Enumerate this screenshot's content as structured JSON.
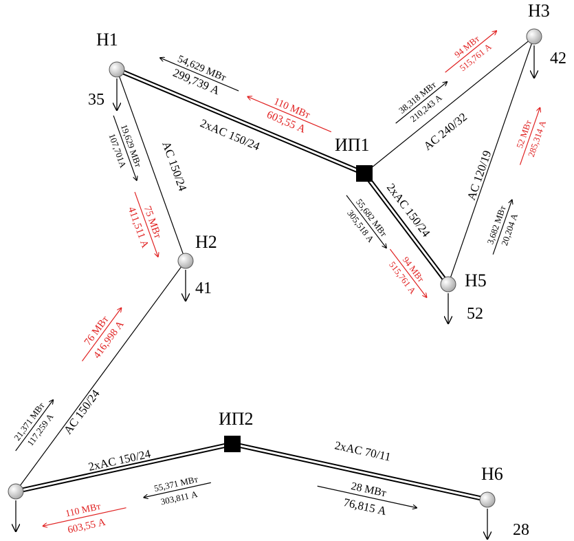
{
  "colors": {
    "line": "#000000",
    "red_flow": "#e02020",
    "node_fill": "#d9d9d9"
  },
  "nodes": {
    "n1": {
      "label": "Н1",
      "load": "35"
    },
    "n2": {
      "label": "Н2",
      "load": "41"
    },
    "n3": {
      "label": "Н3",
      "load": "42"
    },
    "n5": {
      "label": "Н5",
      "load": "52"
    },
    "n6": {
      "label": "Н6",
      "load": "28"
    },
    "ip1": {
      "label": "ИП1"
    },
    "ip2": {
      "label": "ИП2"
    }
  },
  "lines": {
    "n1_ip1": "2xAC 150/24",
    "n1_n2": "AC 150/24",
    "ip1_n3": "AC 240/32",
    "n3_n5": "AC 120/19",
    "ip1_n5": "2xAC 150/24",
    "n2_n4": "AC 150/24",
    "n4_ip2": "2xAC 150/24",
    "ip2_n6": "2xAC 70/11"
  },
  "flows": {
    "n1_ip1_blk_p": "54,629 МВт",
    "n1_ip1_blk_i": "299,739 А",
    "n1_ip1_red_p": "110 МВт",
    "n1_ip1_red_i": "603,55 А",
    "n1_n2_blk_p": "19,629 МВт",
    "n1_n2_blk_i": "107,701А",
    "n1_n2_red_p": "75 МВт",
    "n1_n2_red_i": "411,511 А",
    "ip1_n3_blk_p": "38,318 МВт",
    "ip1_n3_blk_i": "210,243 А",
    "ip1_n3_red_p": "94 МВт",
    "ip1_n3_red_i": "515,761 А",
    "n3_n5_red_p": "52 МВт",
    "n3_n5_red_i": "285,314 А",
    "n3_n5_blk_p": "3,682 МВт",
    "n3_n5_blk_i": "20,204 А",
    "ip1_n5_blk_p": "55,682 МВт",
    "ip1_n5_blk_i": "305,518 А",
    "ip1_n5_red_p": "94 МВт",
    "ip1_n5_red_i": "515,761 А",
    "n2_n4_red_p": "76 МВт",
    "n2_n4_red_i": "416,998 А",
    "n2_n4_blk_p": "21,371 МВт",
    "n2_n4_blk_i": "117,259 А",
    "n4_ip2_blk_p": "55,371 МВт",
    "n4_ip2_blk_i": "303,811 А",
    "n4_ip2_red_p": "110 МВт",
    "n4_ip2_red_i": "603,55 А",
    "ip2_n6_blk_p": "28 МВт",
    "ip2_n6_blk_i": "76,815 А"
  }
}
